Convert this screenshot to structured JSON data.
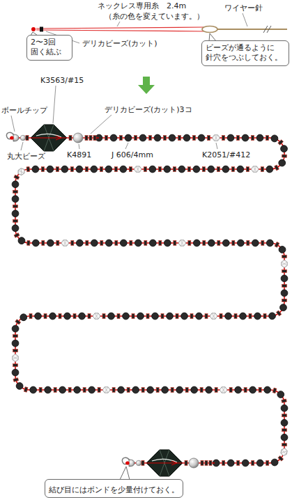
{
  "diagram": {
    "nodes": [
      {
        "text": [
          "2〜3回 固く結ぶ"
        ]
      },
      {
        "text": [
          "ビーズが通るように 針穴をつぶしておく。"
        ]
      },
      {
        "text": [
          "結び目にはボンドを少量付けておく。"
        ]
      }
    ],
    "labels": [
      "ネックレス専用糸　2.4m",
      "（糸の色を変えています。）",
      "ワイヤー針",
      "デリカビーズ(カット)",
      "ボールチップ",
      "K3563/#15",
      "デリカビーズ(カット)3コ",
      "丸大ビーズ",
      "K4891",
      "J 606/4mm",
      "K2051/#412"
    ]
  }
}
